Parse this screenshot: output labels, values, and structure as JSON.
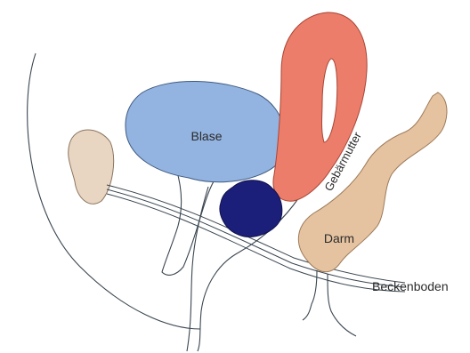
{
  "labels": {
    "blase": "Blase",
    "gebaermutter": "Gebärmutter",
    "darm": "Darm",
    "beckenboden": "Beckenboden"
  },
  "colors": {
    "bladder_fill": "#93b3e0",
    "bladder_stroke": "#3f5b80",
    "uterus_fill": "#ec7d6a",
    "uterus_stroke": "#a84536",
    "bowel_fill": "#e6c3a0",
    "bowel_stroke": "#9c7a58",
    "bone_fill": "#e9d6c2",
    "pessary_fill": "#1c1f7a",
    "line_color": "#3a4650"
  }
}
